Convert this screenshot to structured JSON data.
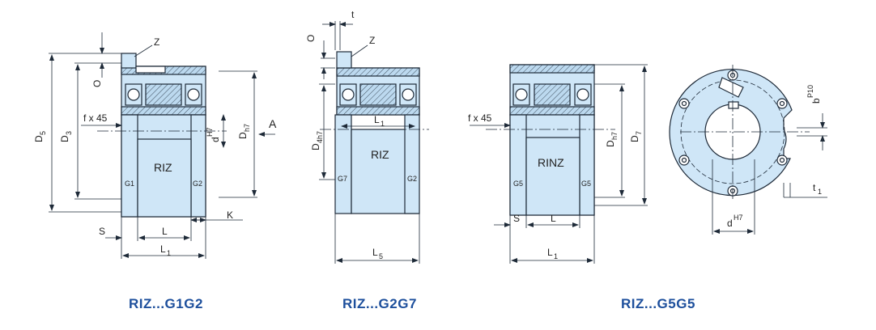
{
  "colors": {
    "fill": "#cfe6f7",
    "line": "#1e2a38",
    "caption": "#1d4f9c"
  },
  "captions": [
    "RIZ...G1G2",
    "RIZ...G2G7",
    "RIZ...G5G5"
  ],
  "views": {
    "v1": {
      "body_label": "RIZ",
      "left_tag": "G1",
      "right_tag": "G2",
      "dims": {
        "z": "Z",
        "o": "O",
        "fx45": "f x 45",
        "d5": "D",
        "d5_sub": "5",
        "d3": "D",
        "d3_sub": "3",
        "dh7": "D",
        "dh7_sub": "h7",
        "d_h7": "d",
        "d_h7_sup": "H7",
        "s": "S",
        "l": "L",
        "l1": "L",
        "l1_sub": "1",
        "k": "K",
        "a": "A"
      }
    },
    "v2": {
      "body_label": "RIZ",
      "left_tag": "G7",
      "right_tag": "G2",
      "dims": {
        "t": "t",
        "z": "Z",
        "o": "O",
        "d4": "D",
        "d4_sub": "4h7",
        "l1": "L",
        "l1_sub": "1",
        "l5": "L",
        "l5_sub": "5"
      }
    },
    "v3": {
      "body_label": "RINZ",
      "left_tag": "G5",
      "right_tag": "G5",
      "dims": {
        "fx45": "f x 45",
        "s": "S",
        "l": "L",
        "l1": "L",
        "l1_sub": "1",
        "dh7": "D",
        "dh7_sub": "h7",
        "d7": "D",
        "d7_sub": "7"
      }
    },
    "v4": {
      "dims": {
        "b": "b",
        "b_sup": "P10",
        "t1": "t",
        "t1_sub": "1",
        "d": "d",
        "d_sup": "H7"
      }
    }
  }
}
